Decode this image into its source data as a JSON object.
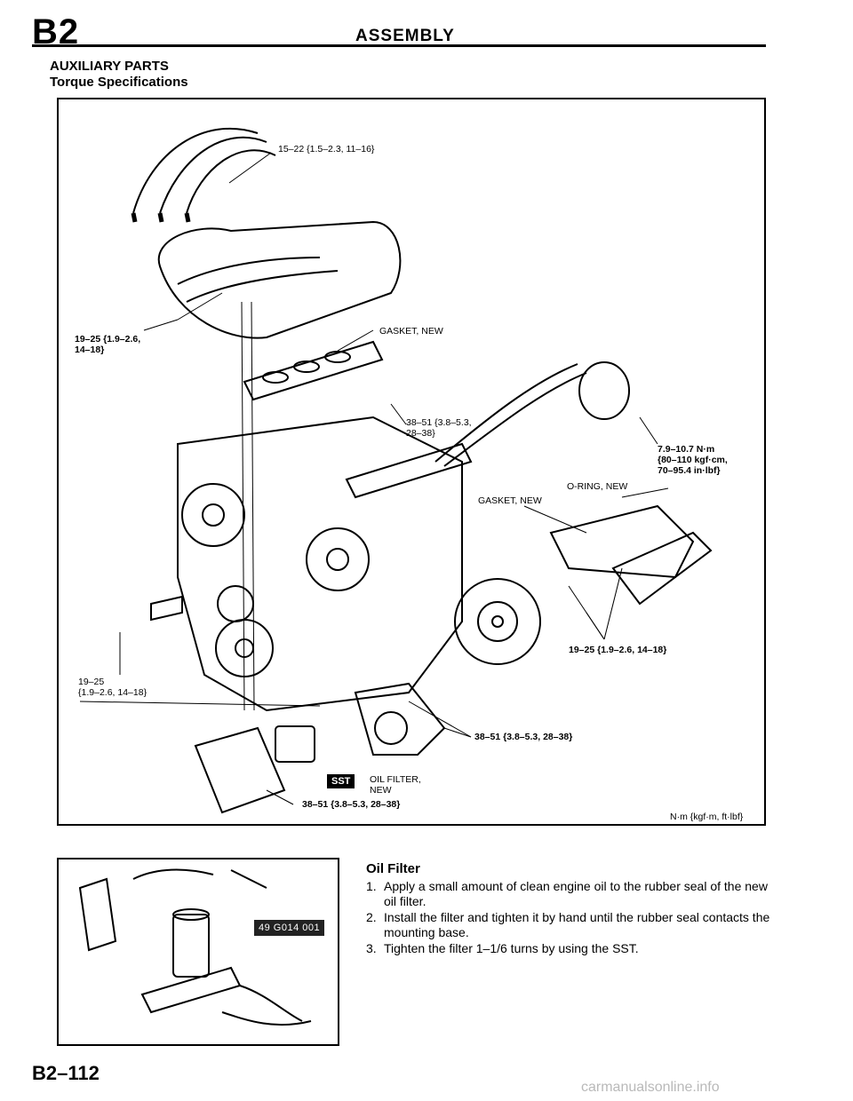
{
  "header": {
    "code": "B2",
    "title": "ASSEMBLY"
  },
  "section": {
    "title": "AUXILIARY PARTS",
    "subtitle": "Torque Specifications"
  },
  "diagram": {
    "labels": {
      "intake_bolt": "15–22 {1.5–2.3, 11–16}",
      "manifold_bolt_line1": "19–25 {1.9–2.6,",
      "manifold_bolt_line2": "14–18}",
      "gasket_top": "GASKET, NEW",
      "bracket_bolt_line1": "38–51 {3.8–5.3,",
      "bracket_bolt_line2": "28–38}",
      "oring_torque_line1": "7.9–10.7 N·m",
      "oring_torque_line2": "{80–110 kgf·cm,",
      "oring_torque_line3": "70–95.4 in·lbf}",
      "oring": "O-RING, NEW",
      "gasket_mid": "GASKET, NEW",
      "alternator_bolt": "19–25 {1.9–2.6, 14–18}",
      "left_bolt_line1": "19–25",
      "left_bolt_line2": "{1.9–2.6, 14–18}",
      "filter_base_bolt": "38–51 {3.8–5.3, 28–38}",
      "sst": "SST",
      "oil_filter_line1": "OIL FILTER,",
      "oil_filter_line2": "NEW",
      "bottom_bolt": "38–51 {3.8–5.3, 28–38}",
      "units": "N·m {kgf·m, ft·lbf}"
    }
  },
  "tool_figure": {
    "tool_number": "49 G014 001"
  },
  "instructions": {
    "title": "Oil Filter",
    "steps": [
      {
        "num": "1.",
        "text": "Apply a small amount of clean engine oil to the rubber seal of the new oil filter."
      },
      {
        "num": "2.",
        "text": "Install the filter and tighten it by hand until the rubber seal contacts the mounting base."
      },
      {
        "num": "3.",
        "text": "Tighten the filter 1–1/6 turns by using the SST."
      }
    ]
  },
  "footer": {
    "page_number": "B2–112",
    "watermark": "carmanualsonline.info"
  }
}
